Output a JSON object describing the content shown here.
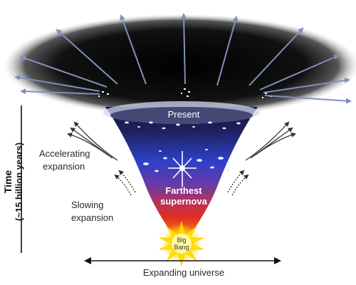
{
  "labels": {
    "present": "Present",
    "farthest_line1": "Farthest",
    "farthest_line2": "supernova",
    "accelerating_line1": "Accelerating",
    "accelerating_line2": "expansion",
    "slowing_line1": "Slowing",
    "slowing_line2": "expansion",
    "big_bang_line1": "Big",
    "big_bang_line2": "Bang",
    "expanding": "Expanding universe",
    "time_line1": "Time",
    "time_line2": "(~15 billion years)"
  },
  "icons": {
    "big_bang": "starburst-icon",
    "supernova": "sparkle-icon",
    "arrows": "arrow-icon"
  },
  "colors": {
    "cone_top": "#202060",
    "cone_mid": "#2d40c8",
    "cone_low": "#b03060",
    "cone_red": "#e03020",
    "cone_bottom": "#f5a020",
    "big_bang": "#ffe000",
    "arrow": "#7f8fc0"
  }
}
